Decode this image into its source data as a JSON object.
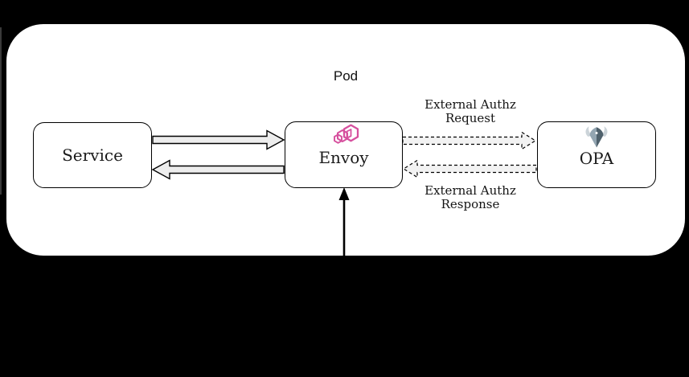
{
  "diagram": {
    "pod_label": "Pod",
    "nodes": [
      {
        "id": "service",
        "label": "Service",
        "icon": null
      },
      {
        "id": "envoy",
        "label": "Envoy",
        "icon": "envoy-hexagons-icon"
      },
      {
        "id": "opa",
        "label": "OPA",
        "icon": "opa-helmet-icon"
      }
    ],
    "edges": [
      {
        "from": "service",
        "to": "envoy",
        "style": "solid-block-arrow",
        "label": ""
      },
      {
        "from": "envoy",
        "to": "service",
        "style": "solid-block-arrow",
        "label": ""
      },
      {
        "from": "envoy",
        "to": "opa",
        "style": "dashed-block-arrow",
        "label": "External Authz Request"
      },
      {
        "from": "opa",
        "to": "envoy",
        "style": "dashed-block-arrow",
        "label": "External Authz Response"
      },
      {
        "from": "outside-bottom",
        "to": "envoy",
        "style": "solid-line-arrow",
        "label": ""
      }
    ],
    "colors": {
      "canvas_background": "#000000",
      "pod_fill": "#ffffff",
      "box_border": "#000000",
      "block_arrow_fill": "#ededed",
      "envoy_logo_pink": "#d6509e",
      "opa_head_light": "#93a5b1",
      "opa_head_dark": "#4f616c",
      "opa_horn_gray": "#ccd4d9",
      "text": "#141414"
    }
  }
}
